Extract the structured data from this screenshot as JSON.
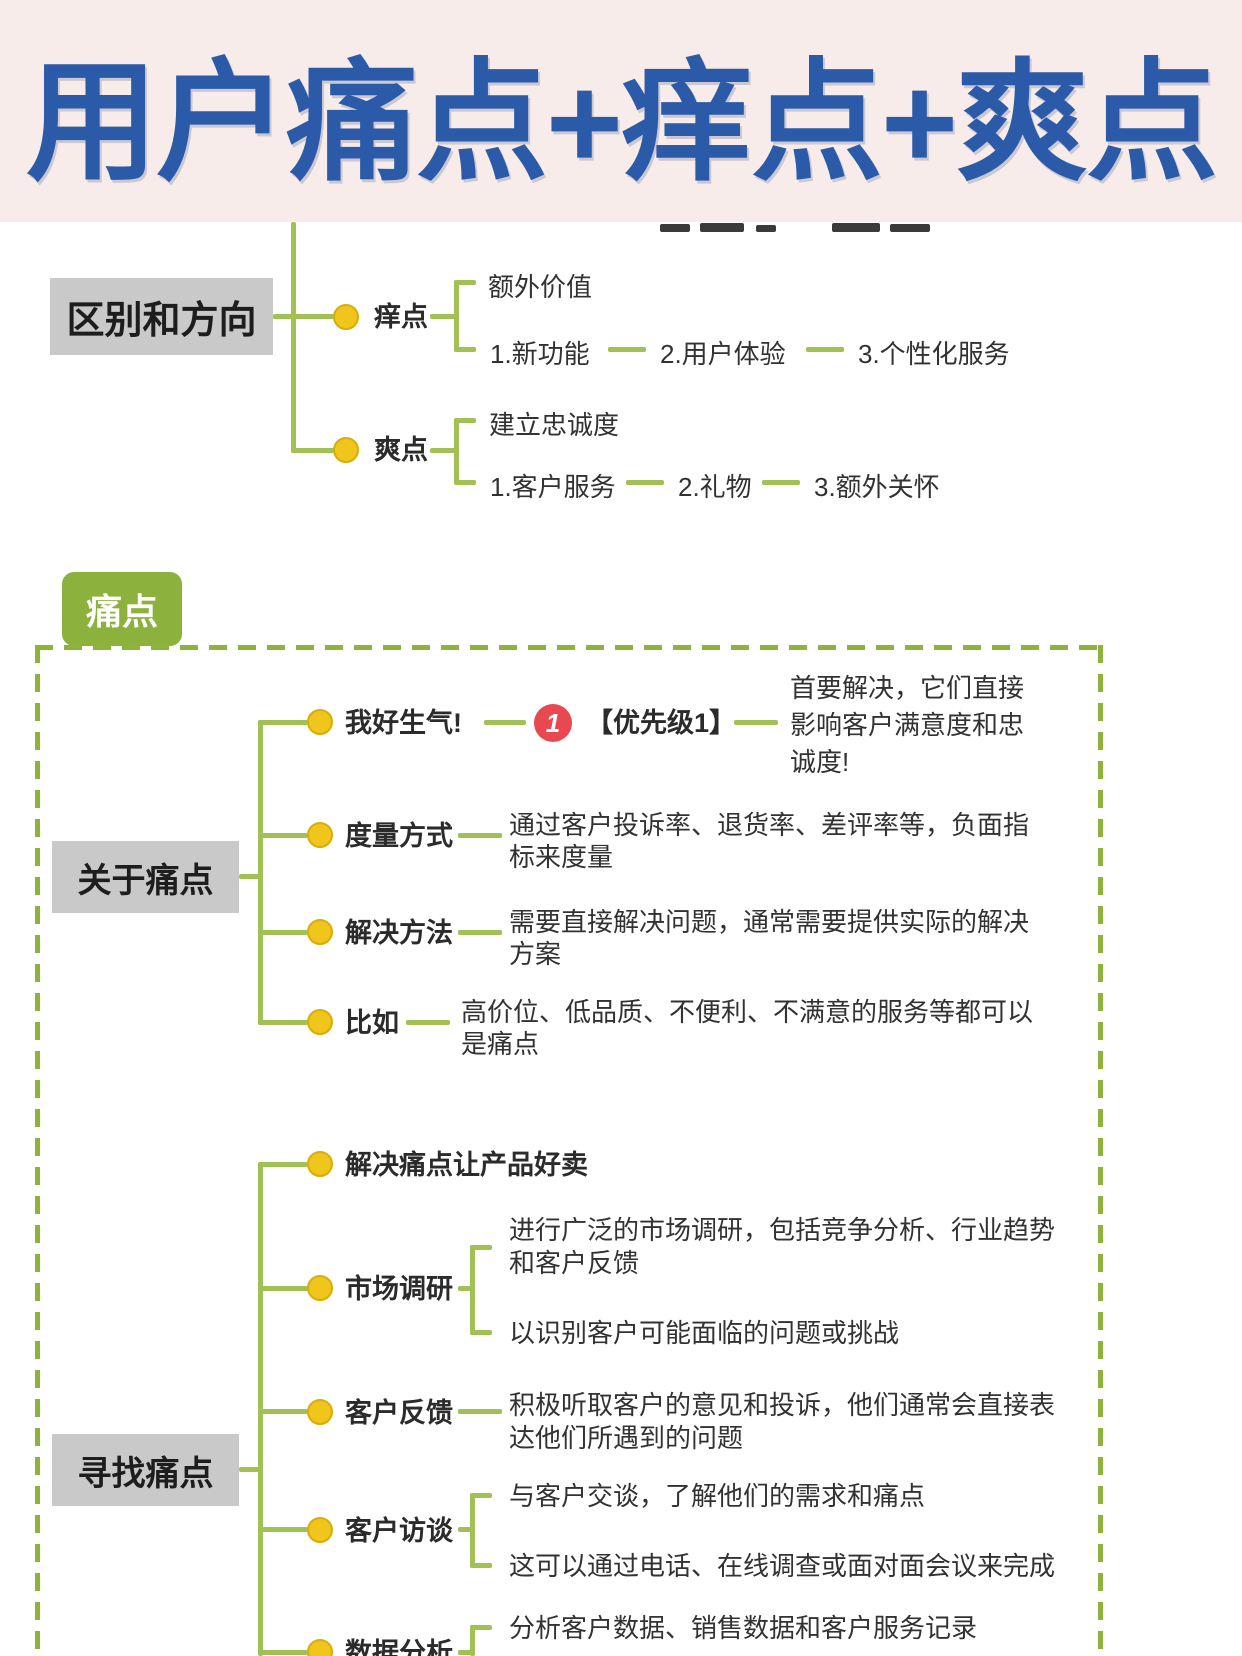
{
  "banner": {
    "title": "用户痛点+痒点+爽点"
  },
  "colors": {
    "banner_bg": "#f7ece9",
    "title_blue": "#2b5aa9",
    "line_green": "#a2c155",
    "dash_green": "#8db33c",
    "tag_green": "#8cb23d",
    "box_gray": "#c9c9c9",
    "dot_yellow": "#f0c51c",
    "badge_red": "#e8484f"
  },
  "top_map": {
    "root_label": "区别和方向",
    "branches": [
      {
        "label": "痒点",
        "head": "额外价值",
        "list": [
          "1.新功能",
          "2.用户体验",
          "3.个性化服务"
        ]
      },
      {
        "label": "爽点",
        "head": "建立忠诚度",
        "list": [
          "1.客户服务",
          "2.礼物",
          "3.额外关怀"
        ]
      }
    ]
  },
  "pain": {
    "tag": "痛点",
    "about": {
      "root_label": "关于痛点",
      "angry": {
        "label": "我好生气!",
        "badge": "1",
        "priority": "【优先级1】",
        "desc": "首要解决，它们直接影响客户满意度和忠诚度!"
      },
      "measure": {
        "label": "度量方式",
        "desc": "通过客户投诉率、退货率、差评率等，负面指标来度量"
      },
      "solve": {
        "label": "解决方法",
        "desc": "需要直接解决问题，通常需要提供实际的解决方案"
      },
      "example": {
        "label": "比如",
        "desc": "高价位、低品质、不便利、不满意的服务等都可以是痛点"
      }
    },
    "find": {
      "root_label": "寻找痛点",
      "sell": {
        "label": "解决痛点让产品好卖"
      },
      "research": {
        "label": "市场调研",
        "child1": "进行广泛的市场调研，包括竞争分析、行业趋势和客户反馈",
        "child2": "以识别客户可能面临的问题或挑战"
      },
      "feedback": {
        "label": "客户反馈",
        "desc": "积极听取客户的意见和投诉，他们通常会直接表达他们所遇到的问题"
      },
      "interview": {
        "label": "客户访谈",
        "child1": "与客户交谈，了解他们的需求和痛点",
        "child2": "这可以通过电话、在线调查或面对面会议来完成"
      },
      "analysis": {
        "label": "数据分析",
        "child1": "分析客户数据、销售数据和客户服务记录"
      }
    }
  }
}
